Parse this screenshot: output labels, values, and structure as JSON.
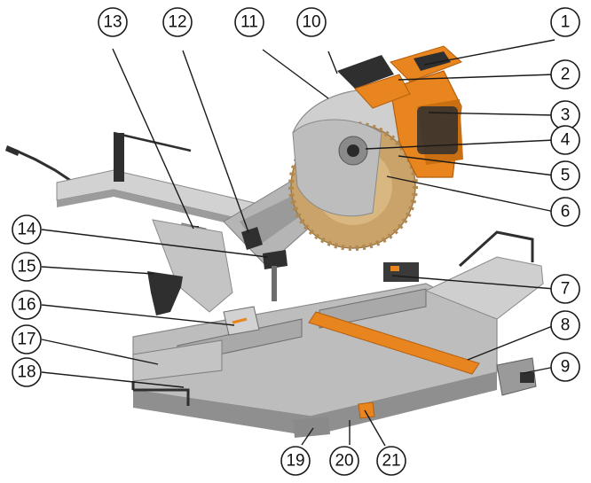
{
  "diagram": {
    "colors": {
      "body": "#bcbcbc",
      "body_dark": "#7d7d7d",
      "accent": "#e8851e",
      "accent_dark": "#b35f10",
      "handle": "#2f2f2f",
      "blade": "#c9a36a"
    },
    "callouts": [
      {
        "label": "1"
      },
      {
        "label": "2"
      },
      {
        "label": "3"
      },
      {
        "label": "4"
      },
      {
        "label": "5"
      },
      {
        "label": "6"
      },
      {
        "label": "7"
      },
      {
        "label": "8"
      },
      {
        "label": "9"
      },
      {
        "label": "10"
      },
      {
        "label": "11"
      },
      {
        "label": "12"
      },
      {
        "label": "13"
      },
      {
        "label": "14"
      },
      {
        "label": "15"
      },
      {
        "label": "16"
      },
      {
        "label": "17"
      },
      {
        "label": "18"
      },
      {
        "label": "19"
      },
      {
        "label": "20"
      },
      {
        "label": "21"
      }
    ]
  }
}
